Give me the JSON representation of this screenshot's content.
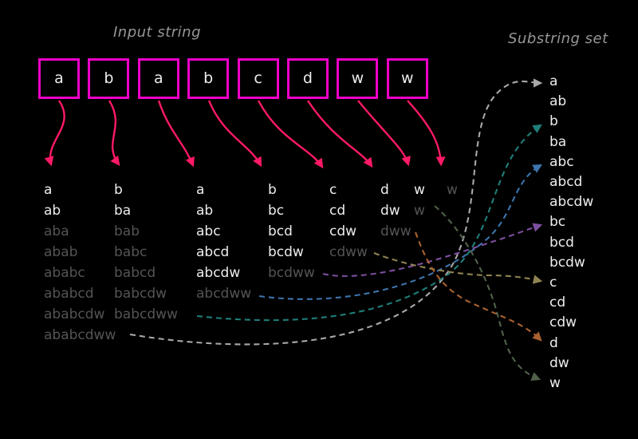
{
  "titles": {
    "input": "Input string",
    "set": "Substring set"
  },
  "colors": {
    "background": "#000000",
    "box_border": "#ee00c8",
    "arrow": "#ff1a66",
    "text": "#ededed",
    "duplicate_text": "#545454",
    "title_text": "#969696"
  },
  "input_boxes": [
    "a",
    "b",
    "a",
    "b",
    "c",
    "d",
    "w",
    "w"
  ],
  "suffix_columns": [
    {
      "fresh": [
        "a",
        "ab"
      ],
      "dup": [
        "aba",
        "abab",
        "ababc",
        "ababcd",
        "ababcdw",
        "ababcdww"
      ]
    },
    {
      "fresh": [
        "b",
        "ba"
      ],
      "dup": [
        "bab",
        "babc",
        "babcd",
        "babcdw",
        "babcdww"
      ]
    },
    {
      "fresh": [
        "a",
        "ab",
        "abc",
        "abcd",
        "abcdw"
      ],
      "dup": [
        "abcdww"
      ]
    },
    {
      "fresh": [
        "b",
        "bc",
        "bcd",
        "bcdw"
      ],
      "dup": [
        "bcdww"
      ]
    },
    {
      "fresh": [
        "c",
        "cd",
        "cdw"
      ],
      "dup": [
        "cdww"
      ]
    },
    {
      "fresh": [
        "d",
        "dw"
      ],
      "dup": [
        "dww"
      ]
    },
    {
      "fresh": [
        "w"
      ],
      "dup": [
        "w"
      ]
    },
    {
      "fresh": [],
      "dup": [
        "w"
      ]
    }
  ],
  "substring_set": [
    "a",
    "ab",
    "b",
    "ba",
    "abc",
    "abcd",
    "abcdw",
    "bc",
    "bcd",
    "bcdw",
    "c",
    "cd",
    "cdw",
    "d",
    "dw",
    "w"
  ],
  "links": [
    {
      "from": "ababcdww",
      "to": "a",
      "color": "#a9a9a9"
    },
    {
      "from": "babcdww",
      "to": "b",
      "color": "#1f7e79"
    },
    {
      "from": "abcdww",
      "to": "abc",
      "color": "#3d74ad"
    },
    {
      "from": "bcdww",
      "to": "bc",
      "color": "#7e4fa0"
    },
    {
      "from": "cdww",
      "to": "c",
      "color": "#8f8352"
    },
    {
      "from": "dww",
      "to": "d",
      "color": "#a8612f"
    },
    {
      "from": "w",
      "to": "w",
      "color": "#50624a"
    }
  ]
}
